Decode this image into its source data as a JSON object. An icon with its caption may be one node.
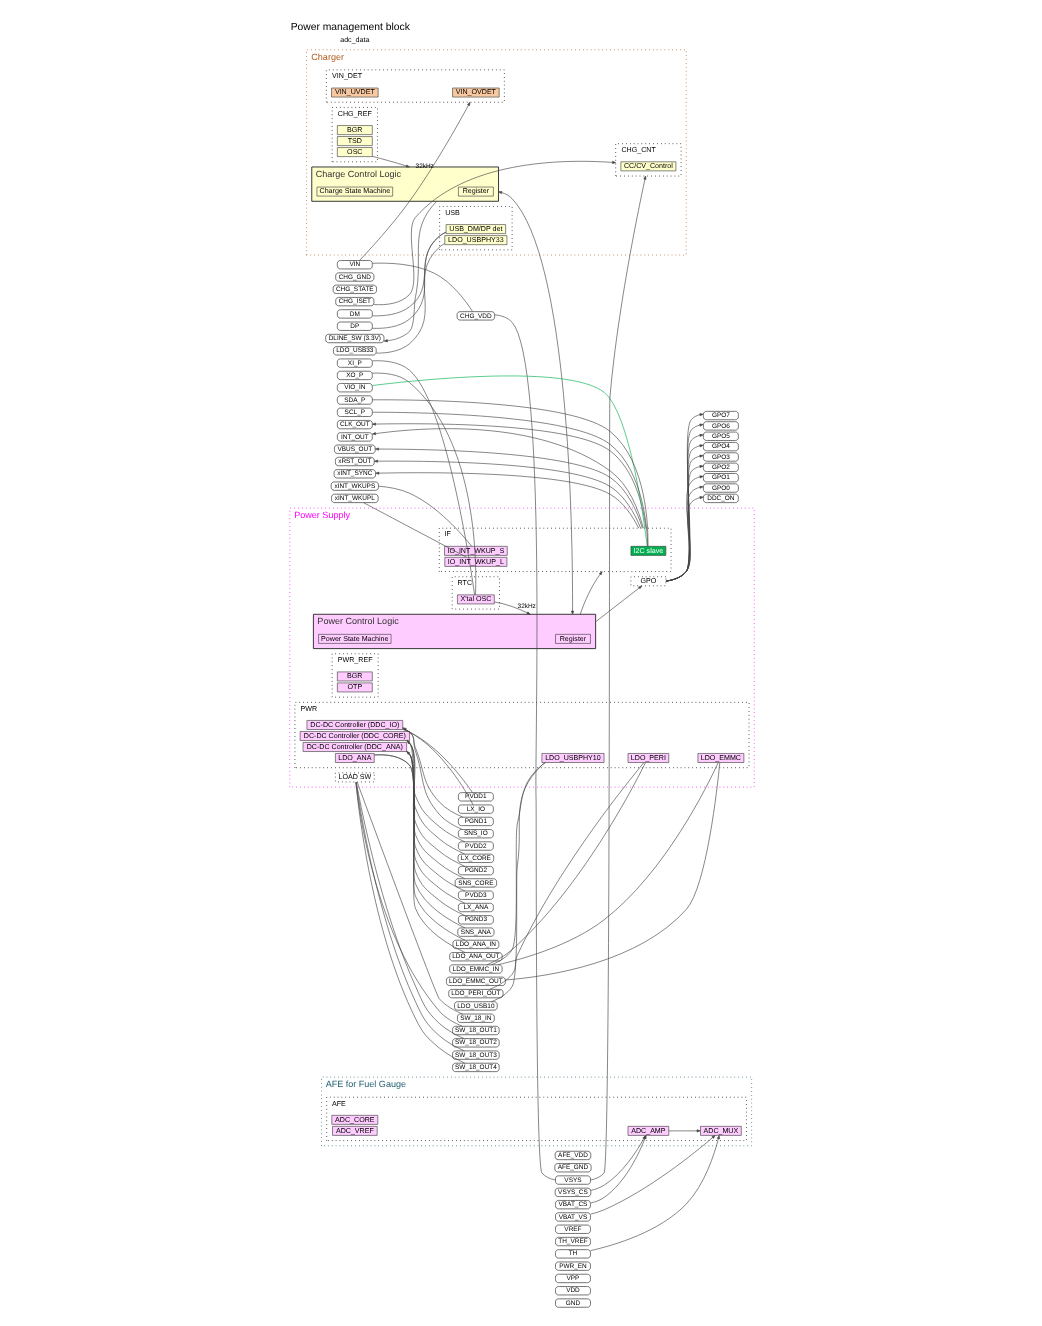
{
  "diagram": {
    "title": "Power management block",
    "nodes": [
      {
        "text": [
          "Charger"
        ]
      },
      {
        "text": [
          "VIN_DET"
        ],
        "in": 0
      },
      {
        "text": [
          "VIN_OVDET"
        ],
        "in": 1
      },
      {
        "text": [
          "VIN_UVDET"
        ],
        "in": 1
      },
      {
        "text": [
          "CHG_CNT"
        ],
        "in": 0
      },
      {
        "text": [
          "CC/CV_Control"
        ],
        "in": 4
      },
      {
        "text": [
          "CHG_REF"
        ],
        "in": 0
      },
      {
        "text": [
          "BGR"
        ],
        "in": 6
      },
      {
        "text": [
          "TSD"
        ],
        "in": 6
      },
      {
        "text": [
          "OSC"
        ],
        "in": 6
      },
      {
        "text": [
          "USB"
        ],
        "in": 0
      },
      {
        "text": [
          "USB_DM/DP det"
        ],
        "in": 10
      },
      {
        "text": [
          "LDO_USBPHY33"
        ],
        "in": 10
      },
      {
        "text": [
          "Charge Control Logic"
        ],
        "in": 0
      },
      {
        "text": [
          "Register"
        ],
        "in": 13
      },
      {
        "text": [
          "Charge State Machine"
        ],
        "in": 13
      },
      {
        "text": [
          "AFE for Fuel Gauge"
        ]
      },
      {
        "text": [
          "AFE"
        ],
        "in": 16
      },
      {
        "text": [
          "ADC_AMP"
        ],
        "in": 17
      },
      {
        "text": [
          "ADC_MUX"
        ],
        "in": 17
      },
      {
        "text": [
          "ADC_CORE"
        ],
        "in": 17
      },
      {
        "text": [
          "ADC_VREF"
        ],
        "in": 17
      },
      {
        "text": [
          "Power Supply"
        ]
      },
      {
        "text": [
          "RTC"
        ],
        "in": 22
      },
      {
        "text": [
          "X'tal OSC"
        ],
        "in": 23
      },
      {
        "text": [
          "Power Control Logic"
        ],
        "in": 22
      },
      {
        "text": [
          "Register"
        ],
        "in": 25
      },
      {
        "text": [
          "Power State Machine"
        ],
        "in": 25
      },
      {
        "text": [
          "IF"
        ],
        "in": 22
      },
      {
        "text": [
          "I2C slave"
        ],
        "in": 28
      },
      {
        "text": [
          "IO_INT_WKUP_S"
        ],
        "in": 28
      },
      {
        "text": [
          "IO_INT_WKUP_L"
        ],
        "in": 28
      },
      {
        "text": [
          "GPO"
        ],
        "in": 22
      },
      {
        "text": [
          "PWR_REF"
        ],
        "in": 22
      },
      {
        "text": [
          "BGR"
        ],
        "in": 33
      },
      {
        "text": [
          "OTP"
        ],
        "in": 33
      },
      {
        "text": [
          "PWR"
        ],
        "in": 22
      },
      {
        "text": [
          "DC-DC Controller (DDC_IO)"
        ],
        "in": 36
      },
      {
        "text": [
          "DC-DC Controller (DDC_CORE)"
        ],
        "in": 36
      },
      {
        "text": [
          "DC-DC Controller (DDC_ANA)"
        ],
        "in": 36
      },
      {
        "text": [
          "LDO_ANA"
        ],
        "in": 36
      },
      {
        "text": [
          "LDO_EMMC"
        ],
        "in": 36
      },
      {
        "text": [
          "LDO_PERI"
        ],
        "in": 36
      },
      {
        "text": [
          "LDO_USBPHY10"
        ],
        "in": 36
      },
      {
        "text": [
          "LOAD SW"
        ],
        "in": 22
      },
      {
        "text": [
          "CHG_VDD"
        ]
      },
      {
        "text": [
          "VIN"
        ]
      },
      {
        "text": [
          "CHG_GND"
        ]
      },
      {
        "text": [
          "CHG_STATE"
        ]
      },
      {
        "text": [
          "CHG_ISET"
        ]
      },
      {
        "text": [
          "DM"
        ]
      },
      {
        "text": [
          "DP"
        ]
      },
      {
        "text": [
          "DLINE_SW (3.3V)"
        ]
      },
      {
        "text": [
          "LDO_USB33"
        ]
      },
      {
        "text": [
          "XI_P"
        ]
      },
      {
        "text": [
          "XO_P"
        ]
      },
      {
        "text": [
          "VIO_IN"
        ]
      },
      {
        "text": [
          "SDA_P"
        ]
      },
      {
        "text": [
          "SCL_P"
        ]
      },
      {
        "text": [
          "CLK_OUT"
        ]
      },
      {
        "text": [
          "INT_OUT"
        ]
      },
      {
        "text": [
          "VBUS_OUT"
        ]
      },
      {
        "text": [
          "xRST_OUT"
        ]
      },
      {
        "text": [
          "xINT_SYNC"
        ]
      },
      {
        "text": [
          "xINT_WKUPS"
        ]
      },
      {
        "text": [
          "xINT_WKUPL"
        ]
      },
      {
        "text": [
          "AFE_VDD"
        ]
      },
      {
        "text": [
          "AFE_GND"
        ]
      },
      {
        "text": [
          "VSYS"
        ]
      },
      {
        "text": [
          "VSYS_CS"
        ]
      },
      {
        "text": [
          "VBAT_CS"
        ]
      },
      {
        "text": [
          "VBAT_VS"
        ]
      },
      {
        "text": [
          "VREF"
        ]
      },
      {
        "text": [
          "TH_VREF"
        ]
      },
      {
        "text": [
          "TH"
        ]
      },
      {
        "text": [
          "PWR_EN"
        ]
      },
      {
        "text": [
          "VPP"
        ]
      },
      {
        "text": [
          "VDD"
        ]
      },
      {
        "text": [
          "GND"
        ]
      },
      {
        "text": [
          "PVDD1"
        ]
      },
      {
        "text": [
          "LX_IO"
        ]
      },
      {
        "text": [
          "PGND1"
        ]
      },
      {
        "text": [
          "SNS_IO"
        ]
      },
      {
        "text": [
          "PVDD2"
        ]
      },
      {
        "text": [
          "LX_CORE"
        ]
      },
      {
        "text": [
          "PGND2"
        ]
      },
      {
        "text": [
          "SNS_CORE"
        ]
      },
      {
        "text": [
          "PVDD3"
        ]
      },
      {
        "text": [
          "LX_ANA"
        ]
      },
      {
        "text": [
          "PGND3"
        ]
      },
      {
        "text": [
          "SNS_ANA"
        ]
      },
      {
        "text": [
          "LDO_ANA_IN"
        ]
      },
      {
        "text": [
          "LDO_ANA_OUT"
        ]
      },
      {
        "text": [
          "LDO_EMMC_IN"
        ]
      },
      {
        "text": [
          "LDO_EMMC_OUT"
        ]
      },
      {
        "text": [
          "LDO_PERI_OUT"
        ]
      },
      {
        "text": [
          "LDO_USB10"
        ]
      },
      {
        "text": [
          "SW_18_IN"
        ]
      },
      {
        "text": [
          "SW_18_OUT1"
        ]
      },
      {
        "text": [
          "SW_18_OUT2"
        ]
      },
      {
        "text": [
          "SW_18_OUT3"
        ]
      },
      {
        "text": [
          "SW_18_OUT4"
        ]
      },
      {
        "text": [
          "DDC_ON"
        ]
      },
      {
        "text": [
          "GPO7"
        ]
      },
      {
        "text": [
          "GPO6"
        ]
      },
      {
        "text": [
          "GPO5"
        ]
      },
      {
        "text": [
          "GPO4"
        ]
      },
      {
        "text": [
          "GPO3"
        ]
      },
      {
        "text": [
          "GPO2"
        ]
      },
      {
        "text": [
          "GPO1"
        ]
      },
      {
        "text": [
          "GPO0"
        ]
      }
    ],
    "edges": [
      {
        "from": 46,
        "to": 1,
        "arrow": "to"
      },
      {
        "from": 46,
        "to": 45,
        "arrow": "none"
      },
      {
        "from": 45,
        "to": 68,
        "arrow": "none"
      },
      {
        "from": 68,
        "to": 4,
        "arrow": "to"
      },
      {
        "from": 49,
        "to": 4,
        "arrow": "to"
      },
      {
        "from": 9,
        "to": 13,
        "arrow": "to",
        "label": "32kHz"
      },
      {
        "from": 50,
        "to": 11,
        "arrow": "none"
      },
      {
        "from": 51,
        "to": 11,
        "arrow": "none"
      },
      {
        "from": 13,
        "to": 52,
        "arrow": "to"
      },
      {
        "from": 53,
        "to": 12,
        "arrow": "none"
      },
      {
        "from": 13,
        "to": 25,
        "arrow": "both"
      },
      {
        "from": 54,
        "to": 24,
        "arrow": "none"
      },
      {
        "from": 55,
        "to": 24,
        "arrow": "none"
      },
      {
        "from": 24,
        "to": 25,
        "arrow": "to",
        "label": "32kHz"
      },
      {
        "from": 25,
        "to": 28,
        "arrow": "to"
      },
      {
        "from": 25,
        "to": 32,
        "arrow": "to"
      },
      {
        "from": 56,
        "to": 29,
        "arrow": "none",
        "color": "#00b050"
      },
      {
        "from": 57,
        "to": 29,
        "arrow": "none"
      },
      {
        "from": 58,
        "to": 29,
        "arrow": "none"
      },
      {
        "from": 28,
        "to": 59,
        "arrow": "to"
      },
      {
        "from": 28,
        "to": 60,
        "arrow": "to"
      },
      {
        "from": 28,
        "to": 61,
        "arrow": "to"
      },
      {
        "from": 28,
        "to": 62,
        "arrow": "to"
      },
      {
        "from": 28,
        "to": 63,
        "arrow": "to"
      },
      {
        "from": 64,
        "to": 30,
        "arrow": "none"
      },
      {
        "from": 65,
        "to": 31,
        "arrow": "none"
      },
      {
        "from": 32,
        "to": 102,
        "arrow": "to"
      },
      {
        "from": 32,
        "to": 103,
        "arrow": "to"
      },
      {
        "from": 32,
        "to": 104,
        "arrow": "to"
      },
      {
        "from": 32,
        "to": 105,
        "arrow": "to"
      },
      {
        "from": 32,
        "to": 106,
        "arrow": "to"
      },
      {
        "from": 32,
        "to": 107,
        "arrow": "to"
      },
      {
        "from": 32,
        "to": 108,
        "arrow": "to"
      },
      {
        "from": 32,
        "to": 109,
        "arrow": "to"
      },
      {
        "from": 32,
        "to": 110,
        "arrow": "to"
      },
      {
        "from": 69,
        "to": 18,
        "arrow": "to"
      },
      {
        "from": 70,
        "to": 18,
        "arrow": "to"
      },
      {
        "from": 18,
        "to": 19,
        "arrow": "to"
      },
      {
        "from": 71,
        "to": 19,
        "arrow": "to"
      },
      {
        "from": 74,
        "to": 19,
        "arrow": "to"
      },
      {
        "from": 79,
        "to": 37,
        "arrow": "none"
      },
      {
        "from": 80,
        "to": 37,
        "arrow": "none"
      },
      {
        "from": 81,
        "to": 37,
        "arrow": "none"
      },
      {
        "from": 82,
        "to": 37,
        "arrow": "to"
      },
      {
        "from": 83,
        "to": 38,
        "arrow": "none"
      },
      {
        "from": 84,
        "to": 38,
        "arrow": "none"
      },
      {
        "from": 85,
        "to": 38,
        "arrow": "none"
      },
      {
        "from": 86,
        "to": 38,
        "arrow": "to"
      },
      {
        "from": 87,
        "to": 39,
        "arrow": "none"
      },
      {
        "from": 88,
        "to": 39,
        "arrow": "none"
      },
      {
        "from": 89,
        "to": 39,
        "arrow": "none"
      },
      {
        "from": 90,
        "to": 39,
        "arrow": "to"
      },
      {
        "from": 91,
        "to": 40,
        "arrow": "none"
      },
      {
        "from": 92,
        "to": 40,
        "arrow": "none"
      },
      {
        "from": 93,
        "to": 41,
        "arrow": "none"
      },
      {
        "from": 93,
        "to": 42,
        "arrow": "none"
      },
      {
        "from": 93,
        "to": 43,
        "arrow": "none"
      },
      {
        "from": 94,
        "to": 41,
        "arrow": "none"
      },
      {
        "from": 95,
        "to": 42,
        "arrow": "none"
      },
      {
        "from": 96,
        "to": 43,
        "arrow": "none"
      },
      {
        "from": 97,
        "to": 44,
        "arrow": "none"
      },
      {
        "from": 98,
        "to": 44,
        "arrow": "none"
      },
      {
        "from": 99,
        "to": 44,
        "arrow": "none"
      },
      {
        "from": 100,
        "to": 44,
        "arrow": "none"
      },
      {
        "from": 101,
        "to": 44,
        "arrow": "none"
      }
    ],
    "labels": [
      "adc_data"
    ]
  }
}
